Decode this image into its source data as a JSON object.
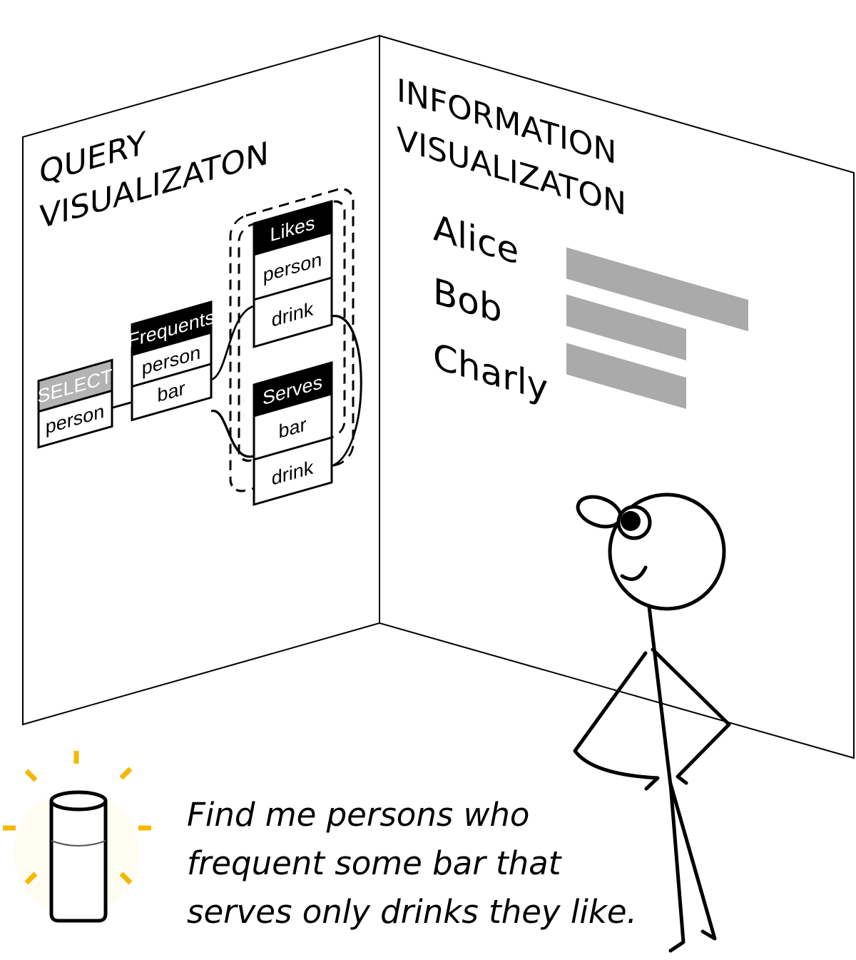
{
  "query_panel": {
    "title_line1": "QUERY",
    "title_line2": "VISUALIZATON",
    "tables": {
      "select": {
        "header": "SELECT",
        "attrs": [
          "person"
        ]
      },
      "frequents": {
        "header": "Frequents",
        "attrs": [
          "person",
          "bar"
        ]
      },
      "likes": {
        "header": "Likes",
        "attrs": [
          "person",
          "drink"
        ]
      },
      "serves": {
        "header": "Serves",
        "attrs": [
          "bar",
          "drink"
        ]
      }
    }
  },
  "info_panel": {
    "title_line1": "INFORMATION",
    "title_line2": "VISUALIZATON",
    "names": [
      "Alice",
      "Bob",
      "Charly"
    ],
    "bar_values": [
      1.0,
      0.66,
      0.66
    ],
    "bar_color": "#aaaaaa"
  },
  "caption": {
    "line1": "Find me persons who",
    "line2": "frequent some bar that",
    "line3": "serves only drinks they like."
  },
  "colors": {
    "lamp_glow": "#f5b800",
    "select_header": "#b3b3b3",
    "table_header": "#000000"
  }
}
